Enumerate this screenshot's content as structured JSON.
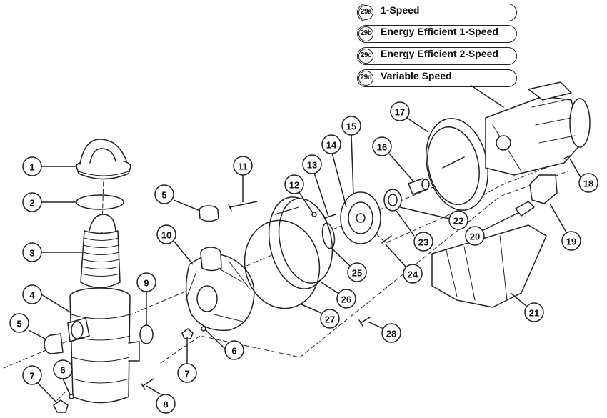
{
  "legend": [
    {
      "code": "29a",
      "label": "1-Speed"
    },
    {
      "code": "29b",
      "label": "Energy Efficient 1-Speed"
    },
    {
      "code": "29c",
      "label": "Energy Efficient 2-Speed"
    },
    {
      "code": "29d",
      "label": "Variable Speed"
    }
  ],
  "callouts": [
    "1",
    "2",
    "3",
    "4",
    "5",
    "5",
    "6",
    "6",
    "7",
    "7",
    "8",
    "9",
    "10",
    "11",
    "12",
    "13",
    "14",
    "15",
    "16",
    "17",
    "18",
    "19",
    "20",
    "21",
    "22",
    "23",
    "24",
    "25",
    "26",
    "27",
    "28"
  ],
  "colors": {
    "line": "#222222",
    "fill": "#ffffff",
    "shade": "#bdbdbd"
  }
}
